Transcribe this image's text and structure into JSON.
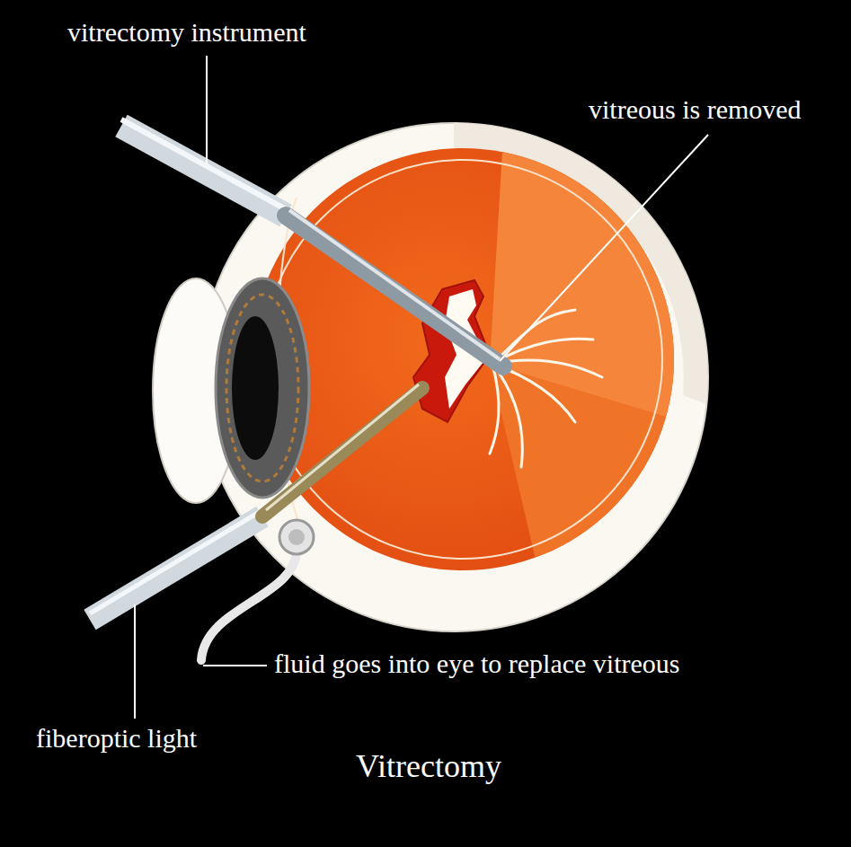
{
  "diagram": {
    "caption": "Vitrectomy",
    "labels": [
      "vitrectomy instrument",
      "vitreous is removed",
      "fluid goes into eye to replace vitreous",
      "fiberoptic light"
    ]
  }
}
